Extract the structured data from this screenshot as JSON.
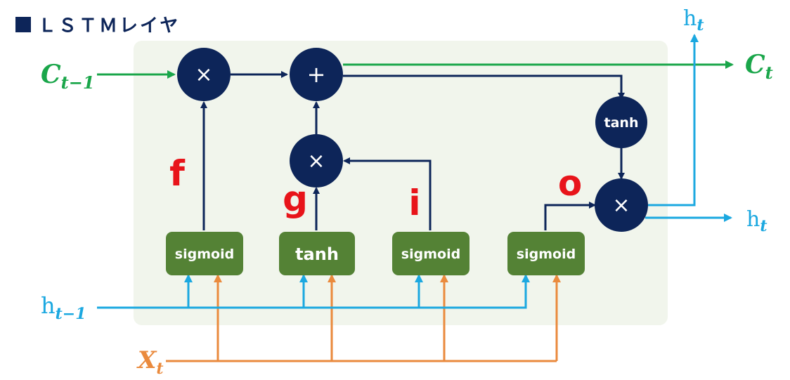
{
  "title": "ＬＳＴＭレイヤ",
  "inputs": {
    "c_prev": {
      "base": "C",
      "sub": "t−1"
    },
    "h_prev": {
      "base": "h",
      "sub": "t−1"
    },
    "x": {
      "base": "X",
      "sub": "t"
    }
  },
  "outputs": {
    "c": {
      "base": "C",
      "sub": "t"
    },
    "h_top": {
      "base": "h",
      "sub": "t"
    },
    "h_right": {
      "base": "h",
      "sub": "t"
    }
  },
  "ops": {
    "mul": "×",
    "add": "+",
    "tanh_out": "tanh"
  },
  "gates": [
    {
      "id": "f",
      "label": "sigmoid",
      "letter": "f"
    },
    {
      "id": "g",
      "label": "tanh",
      "letter": "g"
    },
    {
      "id": "i",
      "label": "sigmoid",
      "letter": "i"
    },
    {
      "id": "o",
      "label": "sigmoid",
      "letter": "o"
    }
  ],
  "colors": {
    "navy": "#0d2559",
    "cell_green": "#1aa64a",
    "hidden_blue": "#1ba8e0",
    "input_orange": "#ea8a3d",
    "gate_fill": "#548235",
    "gate_letter": "#e8141a",
    "panel": "#f1f5ec"
  }
}
